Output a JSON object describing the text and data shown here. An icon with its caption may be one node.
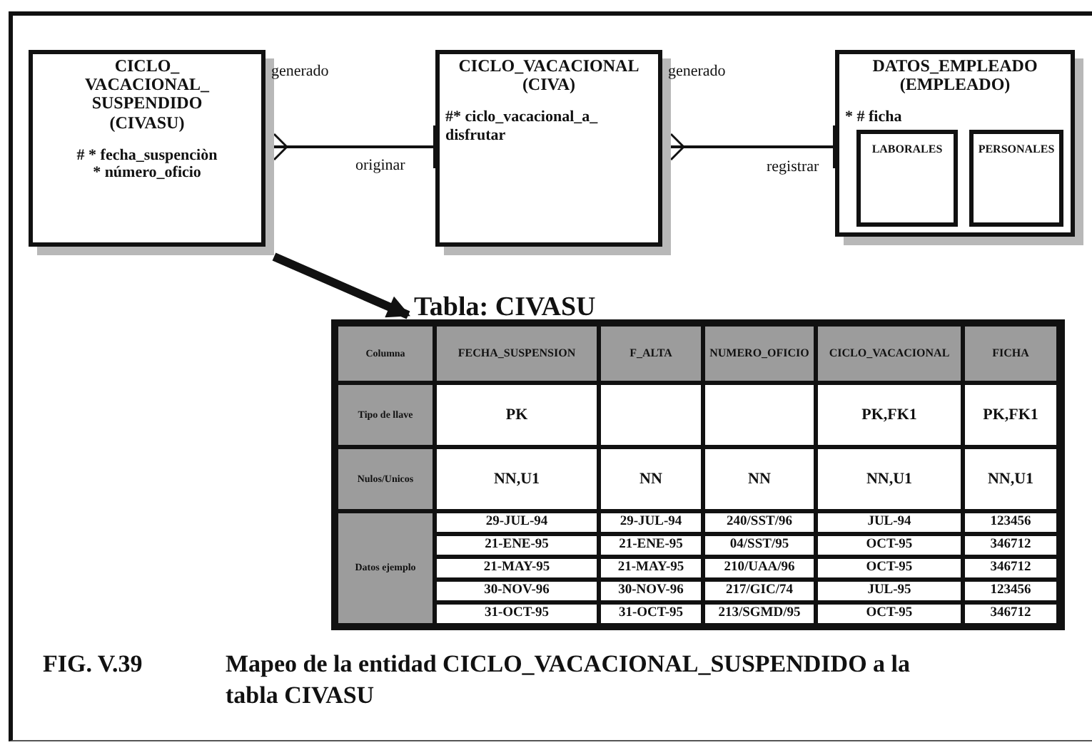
{
  "diagram": {
    "nodes": [
      {
        "text": [
          "CICLO_ VACACIONAL_ SUSPENDIDO (CIVASU)",
          "# * fecha_suspenciòn",
          "* número_oficio"
        ],
        "beside": [
          "generado"
        ]
      },
      {
        "text": [
          "CICLO_VACACIONAL (CIVA)",
          "#* ciclo_vacacional_a_ disfrutar"
        ],
        "beside": [
          "generado"
        ]
      },
      {
        "text": [
          "DATOS_EMPLEADO (EMPLEADO)",
          "* # ficha"
        ]
      },
      {
        "text": [
          "LABORALES"
        ],
        "in": 2
      },
      {
        "text": [
          "PERSONALES"
        ],
        "in": 2
      },
      {
        "text": [
          "Tabla: CIVASU"
        ]
      }
    ],
    "edges": [
      {
        "from": 0,
        "to": 1,
        "arrow": "other"
      },
      {
        "from": 1,
        "to": 2,
        "arrow": "other"
      },
      {
        "from": 0,
        "to": 5,
        "arrow": "to",
        "style": "thick"
      }
    ],
    "labels": [
      "originar",
      "registrar",
      "Columna",
      "FECHA_SUSPENSION",
      "F_ALTA",
      "NUMERO_OFICIO",
      "CICLO_VACACIONAL",
      "FICHA",
      "Tipo de llave",
      "PK",
      "PK,FK1",
      "PK,FK1",
      "Nulos/Unicos",
      "NN,U1",
      "NN",
      "NN",
      "NN,U1",
      "NN,U1",
      "Datos ejemplo",
      "29-JUL-94",
      "29-JUL-94",
      "240/SST/96",
      "JUL-94",
      "123456",
      "21-ENE-95",
      "21-ENE-95",
      "04/SST/95",
      "OCT-95",
      "346712",
      "21-MAY-95",
      "21-MAY-95",
      "210/UAA/96",
      "OCT-95",
      "346712",
      "30-NOV-96",
      "30-NOV-96",
      "217/GIC/74",
      "JUL-95",
      "123456",
      "31-OCT-95",
      "31-OCT-95",
      "213/SGMD/95",
      "OCT-95",
      "346712",
      "FIG. V.39",
      "Mapeo de la entidad CICLO_VACACIONAL_SUSPENDIDO a la tabla CIVASU"
    ]
  }
}
